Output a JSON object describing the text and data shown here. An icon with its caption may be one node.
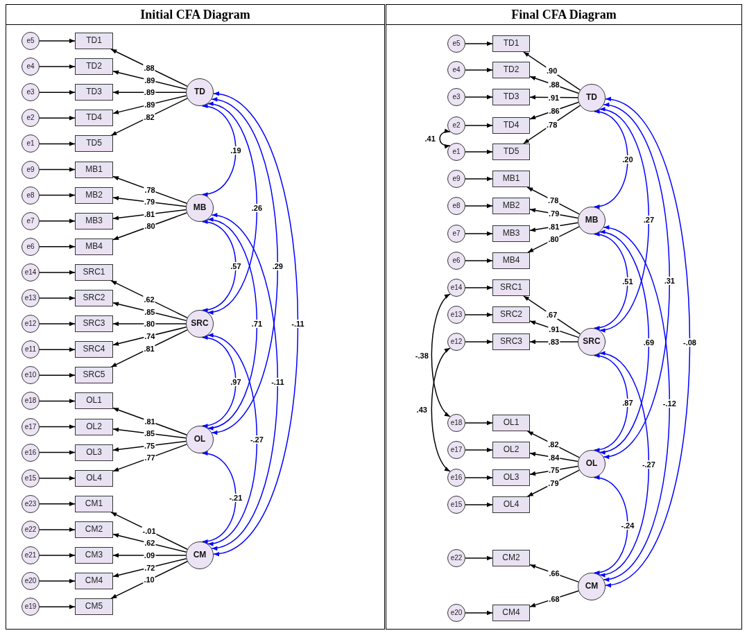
{
  "diagram": {
    "nodes": [
      {
        "text": [
          "Initial CFA Diagram"
        ]
      },
      {
        "text": [
          "e5"
        ],
        "in": 0
      },
      {
        "text": [
          "TD1"
        ],
        "in": 0
      },
      {
        "text": [
          "e4"
        ],
        "in": 0
      },
      {
        "text": [
          "TD2"
        ],
        "in": 0
      },
      {
        "text": [
          "e3"
        ],
        "in": 0
      },
      {
        "text": [
          "TD3"
        ],
        "in": 0
      },
      {
        "text": [
          "e2"
        ],
        "in": 0
      },
      {
        "text": [
          "TD4"
        ],
        "in": 0
      },
      {
        "text": [
          "e1"
        ],
        "in": 0
      },
      {
        "text": [
          "TD5"
        ],
        "in": 0
      },
      {
        "text": [
          "TD"
        ],
        "in": 0
      },
      {
        "text": [
          "e9"
        ],
        "in": 0
      },
      {
        "text": [
          "MB1"
        ],
        "in": 0
      },
      {
        "text": [
          "e8"
        ],
        "in": 0
      },
      {
        "text": [
          "MB2"
        ],
        "in": 0
      },
      {
        "text": [
          "e7"
        ],
        "in": 0
      },
      {
        "text": [
          "MB3"
        ],
        "in": 0
      },
      {
        "text": [
          "e6"
        ],
        "in": 0
      },
      {
        "text": [
          "MB4"
        ],
        "in": 0
      },
      {
        "text": [
          "MB"
        ],
        "in": 0
      },
      {
        "text": [
          "e14"
        ],
        "in": 0
      },
      {
        "text": [
          "SRC1"
        ],
        "in": 0
      },
      {
        "text": [
          "e13"
        ],
        "in": 0
      },
      {
        "text": [
          "SRC2"
        ],
        "in": 0
      },
      {
        "text": [
          "e12"
        ],
        "in": 0
      },
      {
        "text": [
          "SRC3"
        ],
        "in": 0
      },
      {
        "text": [
          "e11"
        ],
        "in": 0
      },
      {
        "text": [
          "SRC4"
        ],
        "in": 0
      },
      {
        "text": [
          "e10"
        ],
        "in": 0
      },
      {
        "text": [
          "SRC5"
        ],
        "in": 0
      },
      {
        "text": [
          "SRC"
        ],
        "in": 0
      },
      {
        "text": [
          "e18"
        ],
        "in": 0
      },
      {
        "text": [
          "OL1"
        ],
        "in": 0
      },
      {
        "text": [
          "e17"
        ],
        "in": 0
      },
      {
        "text": [
          "OL2"
        ],
        "in": 0
      },
      {
        "text": [
          "e16"
        ],
        "in": 0
      },
      {
        "text": [
          "OL3"
        ],
        "in": 0
      },
      {
        "text": [
          "e15"
        ],
        "in": 0
      },
      {
        "text": [
          "OL4"
        ],
        "in": 0
      },
      {
        "text": [
          "OL"
        ],
        "in": 0
      },
      {
        "text": [
          "e23"
        ],
        "in": 0
      },
      {
        "text": [
          "CM1"
        ],
        "in": 0
      },
      {
        "text": [
          "e22"
        ],
        "in": 0
      },
      {
        "text": [
          "CM2"
        ],
        "in": 0
      },
      {
        "text": [
          "e21"
        ],
        "in": 0
      },
      {
        "text": [
          "CM3"
        ],
        "in": 0
      },
      {
        "text": [
          "e20"
        ],
        "in": 0
      },
      {
        "text": [
          "CM4"
        ],
        "in": 0
      },
      {
        "text": [
          "e19"
        ],
        "in": 0
      },
      {
        "text": [
          "CM5"
        ],
        "in": 0
      },
      {
        "text": [
          "CM"
        ],
        "in": 0
      },
      {
        "text": [
          "Final CFA Diagram"
        ]
      },
      {
        "text": [
          "e5"
        ],
        "in": 52
      },
      {
        "text": [
          "TD1"
        ],
        "in": 52
      },
      {
        "text": [
          "e4"
        ],
        "in": 52
      },
      {
        "text": [
          "TD2"
        ],
        "in": 52
      },
      {
        "text": [
          "e3"
        ],
        "in": 52
      },
      {
        "text": [
          "TD3"
        ],
        "in": 52
      },
      {
        "text": [
          "e2"
        ],
        "in": 52
      },
      {
        "text": [
          "TD4"
        ],
        "in": 52
      },
      {
        "text": [
          "e1"
        ],
        "in": 52
      },
      {
        "text": [
          "TD5"
        ],
        "in": 52
      },
      {
        "text": [
          "TD"
        ],
        "in": 52
      },
      {
        "text": [
          "e9"
        ],
        "in": 52
      },
      {
        "text": [
          "MB1"
        ],
        "in": 52
      },
      {
        "text": [
          "e8"
        ],
        "in": 52
      },
      {
        "text": [
          "MB2"
        ],
        "in": 52
      },
      {
        "text": [
          "e7"
        ],
        "in": 52
      },
      {
        "text": [
          "MB3"
        ],
        "in": 52
      },
      {
        "text": [
          "e6"
        ],
        "in": 52
      },
      {
        "text": [
          "MB4"
        ],
        "in": 52
      },
      {
        "text": [
          "MB"
        ],
        "in": 52
      },
      {
        "text": [
          "e14"
        ],
        "in": 52
      },
      {
        "text": [
          "SRC1"
        ],
        "in": 52
      },
      {
        "text": [
          "e13"
        ],
        "in": 52
      },
      {
        "text": [
          "SRC2"
        ],
        "in": 52
      },
      {
        "text": [
          "e12"
        ],
        "in": 52
      },
      {
        "text": [
          "SRC3"
        ],
        "in": 52
      },
      {
        "text": [
          "SRC"
        ],
        "in": 52
      },
      {
        "text": [
          "e18"
        ],
        "in": 52
      },
      {
        "text": [
          "OL1"
        ],
        "in": 52
      },
      {
        "text": [
          "e17"
        ],
        "in": 52
      },
      {
        "text": [
          "OL2"
        ],
        "in": 52
      },
      {
        "text": [
          "e16"
        ],
        "in": 52
      },
      {
        "text": [
          "OL3"
        ],
        "in": 52
      },
      {
        "text": [
          "e15"
        ],
        "in": 52
      },
      {
        "text": [
          "OL4"
        ],
        "in": 52
      },
      {
        "text": [
          "OL"
        ],
        "in": 52
      },
      {
        "text": [
          "e22"
        ],
        "in": 52
      },
      {
        "text": [
          "CM2"
        ],
        "in": 52
      },
      {
        "text": [
          "e20"
        ],
        "in": 52
      },
      {
        "text": [
          "CM4"
        ],
        "in": 52
      },
      {
        "text": [
          "CM"
        ],
        "in": 52
      }
    ],
    "edges": [
      {
        "from": 1,
        "to": 2,
        "arrow": "to"
      },
      {
        "from": 3,
        "to": 4,
        "arrow": "to"
      },
      {
        "from": 5,
        "to": 6,
        "arrow": "to"
      },
      {
        "from": 7,
        "to": 8,
        "arrow": "to"
      },
      {
        "from": 9,
        "to": 10,
        "arrow": "to"
      },
      {
        "from": 12,
        "to": 13,
        "arrow": "to"
      },
      {
        "from": 14,
        "to": 15,
        "arrow": "to"
      },
      {
        "from": 16,
        "to": 17,
        "arrow": "to"
      },
      {
        "from": 18,
        "to": 19,
        "arrow": "to"
      },
      {
        "from": 21,
        "to": 22,
        "arrow": "to"
      },
      {
        "from": 23,
        "to": 24,
        "arrow": "to"
      },
      {
        "from": 25,
        "to": 26,
        "arrow": "to"
      },
      {
        "from": 27,
        "to": 28,
        "arrow": "to"
      },
      {
        "from": 29,
        "to": 30,
        "arrow": "to"
      },
      {
        "from": 32,
        "to": 33,
        "arrow": "to"
      },
      {
        "from": 34,
        "to": 35,
        "arrow": "to"
      },
      {
        "from": 36,
        "to": 37,
        "arrow": "to"
      },
      {
        "from": 38,
        "to": 39,
        "arrow": "to"
      },
      {
        "from": 41,
        "to": 42,
        "arrow": "to"
      },
      {
        "from": 43,
        "to": 44,
        "arrow": "to"
      },
      {
        "from": 45,
        "to": 46,
        "arrow": "to"
      },
      {
        "from": 47,
        "to": 48,
        "arrow": "to"
      },
      {
        "from": 49,
        "to": 50,
        "arrow": "to"
      },
      {
        "from": 11,
        "to": 2,
        "arrow": "to",
        "label": ".88"
      },
      {
        "from": 11,
        "to": 4,
        "arrow": "to",
        "label": ".89"
      },
      {
        "from": 11,
        "to": 6,
        "arrow": "to",
        "label": ".89"
      },
      {
        "from": 11,
        "to": 8,
        "arrow": "to",
        "label": ".89"
      },
      {
        "from": 11,
        "to": 10,
        "arrow": "to",
        "label": ".82"
      },
      {
        "from": 20,
        "to": 13,
        "arrow": "to",
        "label": ".78"
      },
      {
        "from": 20,
        "to": 15,
        "arrow": "to",
        "label": ".79"
      },
      {
        "from": 20,
        "to": 17,
        "arrow": "to",
        "label": ".81"
      },
      {
        "from": 20,
        "to": 19,
        "arrow": "to",
        "label": ".80"
      },
      {
        "from": 31,
        "to": 22,
        "arrow": "to",
        "label": ".62"
      },
      {
        "from": 31,
        "to": 24,
        "arrow": "to",
        "label": ".85"
      },
      {
        "from": 31,
        "to": 26,
        "arrow": "to",
        "label": ".80"
      },
      {
        "from": 31,
        "to": 28,
        "arrow": "to",
        "label": ".74"
      },
      {
        "from": 31,
        "to": 30,
        "arrow": "to",
        "label": ".81"
      },
      {
        "from": 40,
        "to": 33,
        "arrow": "to",
        "label": ".81"
      },
      {
        "from": 40,
        "to": 35,
        "arrow": "to",
        "label": ".85"
      },
      {
        "from": 40,
        "to": 37,
        "arrow": "to",
        "label": ".75"
      },
      {
        "from": 40,
        "to": 39,
        "arrow": "to",
        "label": ".77"
      },
      {
        "from": 51,
        "to": 42,
        "arrow": "to",
        "label": "-.01"
      },
      {
        "from": 51,
        "to": 44,
        "arrow": "to",
        "label": ".62"
      },
      {
        "from": 51,
        "to": 46,
        "arrow": "to",
        "label": ".09"
      },
      {
        "from": 51,
        "to": 48,
        "arrow": "to",
        "label": ".72"
      },
      {
        "from": 51,
        "to": 50,
        "arrow": "to",
        "label": ".10"
      },
      {
        "from": 11,
        "to": 20,
        "arrow": "both",
        "label": ".19",
        "color": "#0000ff"
      },
      {
        "from": 11,
        "to": 31,
        "arrow": "both",
        "label": ".26",
        "color": "#0000ff"
      },
      {
        "from": 11,
        "to": 40,
        "arrow": "both",
        "label": ".29",
        "color": "#0000ff"
      },
      {
        "from": 11,
        "to": 51,
        "arrow": "both",
        "label": "-.11",
        "color": "#0000ff"
      },
      {
        "from": 20,
        "to": 31,
        "arrow": "both",
        "label": ".57",
        "color": "#0000ff"
      },
      {
        "from": 20,
        "to": 40,
        "arrow": "both",
        "label": ".71",
        "color": "#0000ff"
      },
      {
        "from": 20,
        "to": 51,
        "arrow": "both",
        "label": "-.11",
        "color": "#0000ff"
      },
      {
        "from": 31,
        "to": 40,
        "arrow": "both",
        "label": ".97",
        "color": "#0000ff"
      },
      {
        "from": 31,
        "to": 51,
        "arrow": "both",
        "label": "-.27",
        "color": "#0000ff"
      },
      {
        "from": 40,
        "to": 51,
        "arrow": "both",
        "label": "-.21",
        "color": "#0000ff"
      },
      {
        "from": 53,
        "to": 54,
        "arrow": "to"
      },
      {
        "from": 55,
        "to": 56,
        "arrow": "to"
      },
      {
        "from": 57,
        "to": 58,
        "arrow": "to"
      },
      {
        "from": 59,
        "to": 60,
        "arrow": "to"
      },
      {
        "from": 61,
        "to": 62,
        "arrow": "to"
      },
      {
        "from": 64,
        "to": 65,
        "arrow": "to"
      },
      {
        "from": 66,
        "to": 67,
        "arrow": "to"
      },
      {
        "from": 68,
        "to": 69,
        "arrow": "to"
      },
      {
        "from": 70,
        "to": 71,
        "arrow": "to"
      },
      {
        "from": 73,
        "to": 74,
        "arrow": "to"
      },
      {
        "from": 75,
        "to": 76,
        "arrow": "to"
      },
      {
        "from": 77,
        "to": 78,
        "arrow": "to"
      },
      {
        "from": 80,
        "to": 81,
        "arrow": "to"
      },
      {
        "from": 82,
        "to": 83,
        "arrow": "to"
      },
      {
        "from": 84,
        "to": 85,
        "arrow": "to"
      },
      {
        "from": 86,
        "to": 87,
        "arrow": "to"
      },
      {
        "from": 89,
        "to": 90,
        "arrow": "to"
      },
      {
        "from": 91,
        "to": 92,
        "arrow": "to"
      },
      {
        "from": 63,
        "to": 54,
        "arrow": "to",
        "label": ".90"
      },
      {
        "from": 63,
        "to": 56,
        "arrow": "to",
        "label": ".88"
      },
      {
        "from": 63,
        "to": 58,
        "arrow": "to",
        "label": ".91"
      },
      {
        "from": 63,
        "to": 60,
        "arrow": "to",
        "label": ".86"
      },
      {
        "from": 63,
        "to": 62,
        "arrow": "to",
        "label": ".78"
      },
      {
        "from": 72,
        "to": 65,
        "arrow": "to",
        "label": ".78"
      },
      {
        "from": 72,
        "to": 67,
        "arrow": "to",
        "label": ".79"
      },
      {
        "from": 72,
        "to": 69,
        "arrow": "to",
        "label": ".81"
      },
      {
        "from": 72,
        "to": 71,
        "arrow": "to",
        "label": ".80"
      },
      {
        "from": 79,
        "to": 74,
        "arrow": "to",
        "label": ".67"
      },
      {
        "from": 79,
        "to": 76,
        "arrow": "to",
        "label": ".91"
      },
      {
        "from": 79,
        "to": 78,
        "arrow": "to",
        "label": ".83"
      },
      {
        "from": 88,
        "to": 81,
        "arrow": "to",
        "label": ".82"
      },
      {
        "from": 88,
        "to": 83,
        "arrow": "to",
        "label": ".84"
      },
      {
        "from": 88,
        "to": 85,
        "arrow": "to",
        "label": ".75"
      },
      {
        "from": 88,
        "to": 87,
        "arrow": "to",
        "label": ".79"
      },
      {
        "from": 93,
        "to": 90,
        "arrow": "to",
        "label": ".66"
      },
      {
        "from": 93,
        "to": 92,
        "arrow": "to",
        "label": ".68"
      },
      {
        "from": 63,
        "to": 72,
        "arrow": "both",
        "label": ".20",
        "color": "#0000ff"
      },
      {
        "from": 63,
        "to": 79,
        "arrow": "both",
        "label": ".27",
        "color": "#0000ff"
      },
      {
        "from": 63,
        "to": 88,
        "arrow": "both",
        "label": ".31",
        "color": "#0000ff"
      },
      {
        "from": 63,
        "to": 93,
        "arrow": "both",
        "label": "-.08",
        "color": "#0000ff"
      },
      {
        "from": 72,
        "to": 79,
        "arrow": "both",
        "label": ".51",
        "color": "#0000ff"
      },
      {
        "from": 72,
        "to": 88,
        "arrow": "both",
        "label": ".69",
        "color": "#0000ff"
      },
      {
        "from": 72,
        "to": 93,
        "arrow": "both",
        "label": "-.12",
        "color": "#0000ff"
      },
      {
        "from": 79,
        "to": 88,
        "arrow": "both",
        "label": ".87",
        "color": "#0000ff"
      },
      {
        "from": 79,
        "to": 93,
        "arrow": "both",
        "label": "-.27",
        "color": "#0000ff"
      },
      {
        "from": 88,
        "to": 93,
        "arrow": "both",
        "label": "-.24",
        "color": "#0000ff"
      },
      {
        "from": 59,
        "to": 61,
        "arrow": "both",
        "label": ".41"
      },
      {
        "from": 73,
        "to": 80,
        "arrow": "both",
        "label": "-.38"
      },
      {
        "from": 77,
        "to": 84,
        "arrow": "both",
        "label": ".43"
      }
    ]
  }
}
